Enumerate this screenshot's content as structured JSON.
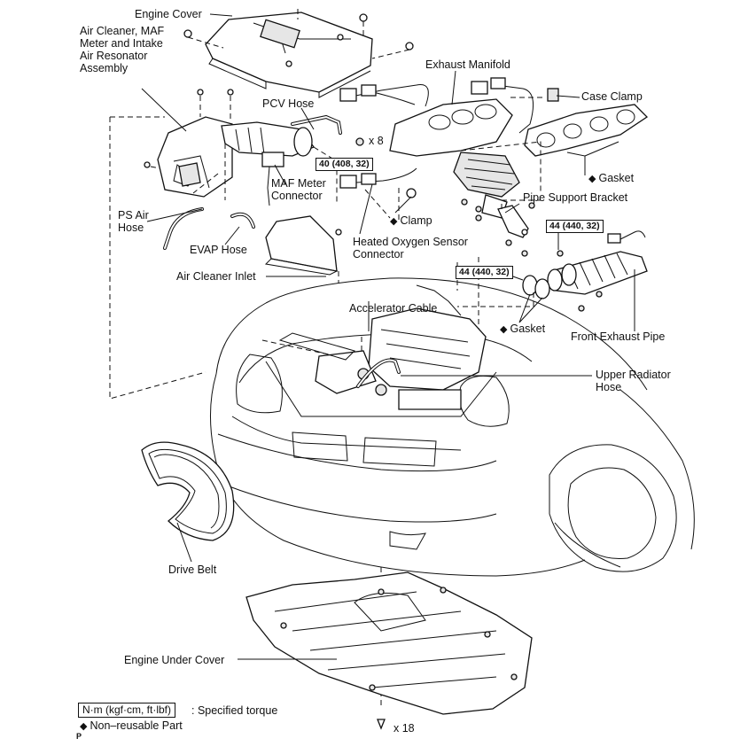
{
  "labels": {
    "engine_cover": "Engine Cover",
    "air_cleaner": "Air Cleaner, MAF Meter and Intake Air Resonator Assembly",
    "exhaust_manifold": "Exhaust Manifold",
    "pcv_hose": "PCV Hose",
    "case_clamp": "Case Clamp",
    "gasket_top": "Gasket",
    "maf_connector": "MAF Meter Connector",
    "pipe_support_bracket": "Pipe Support Bracket",
    "clamp": "Clamp",
    "ps_air_hose": "PS Air Hose",
    "evap_hose": "EVAP Hose",
    "ho2_connector": "Heated Oxygen Sensor Connector",
    "air_cleaner_inlet": "Air Cleaner Inlet",
    "accelerator_cable": "Accelerator Cable",
    "gasket_mid": "Gasket",
    "front_exhaust_pipe": "Front Exhaust Pipe",
    "upper_radiator_hose": "Upper Radiator Hose",
    "drive_belt": "Drive Belt",
    "engine_under_cover": "Engine Under Cover"
  },
  "counts": {
    "manifold_nuts": "x 8",
    "under_cover_bolts": "x 18"
  },
  "torques": {
    "manifold": "40 (408, 32)",
    "pipe_upper": "44 (440, 32)",
    "pipe_lower": "44 (440, 32)"
  },
  "legend": {
    "torque_units": "N·m (kgf·cm, ft·lbf)",
    "torque_desc": ": Specified torque",
    "nonreusable": "Non–reusable Part",
    "corner_mark": "P"
  },
  "symbols": {
    "nonreusable_mark": "◆"
  },
  "icons": {
    "nonreusable": "diamond-icon"
  }
}
